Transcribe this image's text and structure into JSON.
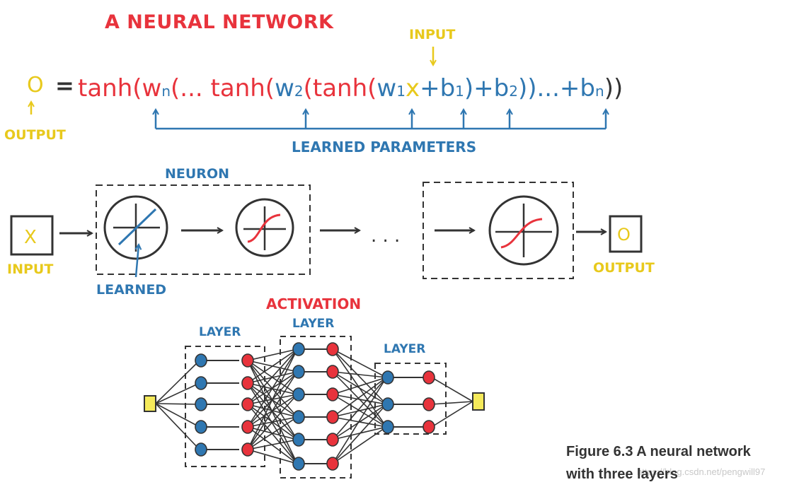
{
  "title": "A NEURAL NETWORK",
  "equation": {
    "output_symbol": "O",
    "equals": "=",
    "input_label": "INPUT",
    "output_label": "OUTPUT",
    "learned_parameters_label": "LEARNED PARAMETERS",
    "terms": [
      "tanh(w",
      "n",
      "(... tanh(",
      "w",
      "2",
      "(tanh(",
      "w",
      "1",
      "x",
      "+b",
      "1",
      ")+b",
      "2",
      "))...+b",
      "n",
      "))"
    ]
  },
  "neuron_diagram": {
    "neuron_label": "NEURON",
    "input_box": "X",
    "input_label": "INPUT",
    "learned_label": "LEARNED",
    "output_box": "O",
    "output_label": "OUTPUT",
    "ellipsis": ". . ."
  },
  "network_diagram": {
    "activation_label": "ACTIVATION",
    "layer_labels": [
      "LAYER",
      "LAYER",
      "LAYER"
    ]
  },
  "caption": {
    "line1": "Figure 6.3   A neural network",
    "line2": "with three layers"
  },
  "watermark": "https://blog.csdn.net/pengwill97",
  "colors": {
    "red": "#e8333c",
    "blue": "#2f77b1",
    "yellow": "#e8c91c",
    "ink": "#333333"
  }
}
